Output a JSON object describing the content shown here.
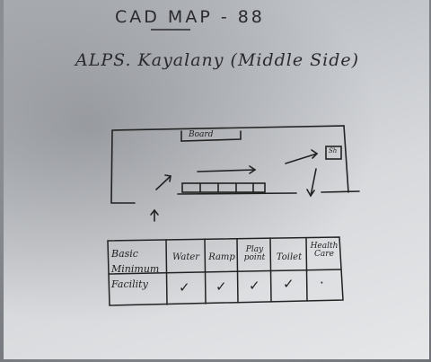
{
  "page": {
    "title": "CAD MAP - 88",
    "subtitle": "ALPS. Kayalany (Middle Side)"
  },
  "map": {
    "top_label": "Board",
    "box_label": "Sh"
  },
  "table": {
    "row_header": "Basic Minimum Facility",
    "columns": [
      "Water",
      "Ramp",
      "Play point",
      "Toilet",
      "Health Care"
    ],
    "marks": [
      "✓",
      "✓",
      "✓",
      "✓",
      "·"
    ]
  }
}
